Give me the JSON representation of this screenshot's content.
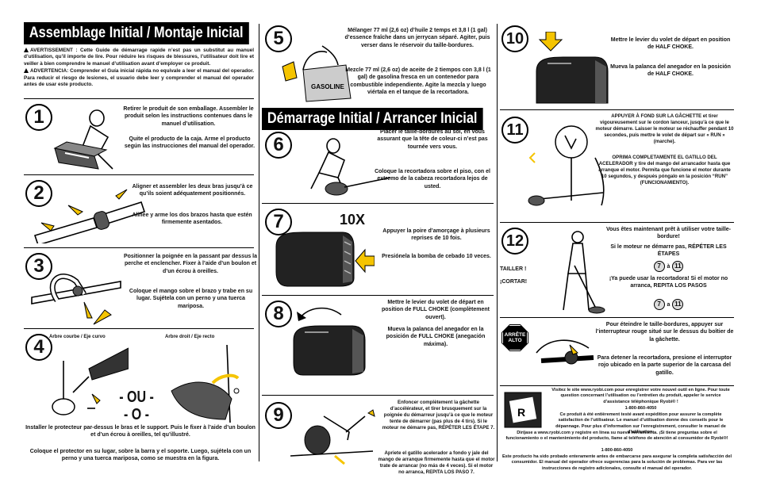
{
  "col1": {
    "header": "Assemblage Initial / Montaje Inicial",
    "warning_fr": "AVERTISSEMENT : Cette Guide de démarrage rapide n’est pas un substitut au manuel d’utilisation, qu’il importe de lire.  Pour réduire les risques de blessures, l’utilisateur doit lire et veiller à bien comprendre le manuel d’utilisation avant d’employer ce produit.",
    "warning_es": "ADVERTENCIA: Comprender el Guía inicial rápida no equivale a leer el manual del operador. Para reducir el riesgo de lesiones, el usuario debe leer y comprender el manual del operador antes de usar este producto.",
    "step1": {
      "n": "1",
      "fr": "Retirer le produit de son emballage. Assembler le produit selon les instructions contenues dans le manuel d’utilisation.",
      "es": "Quite el producto de la caja. Arme el producto según las instrucciones del manual del operador."
    },
    "step2": {
      "n": "2",
      "fr": "Aligner et assembler les deux bras jusqu’à ce qu’ils soient adéquatement positionnés.",
      "es": "Alinee y arme los dos brazos hasta que estén firmemente asentados."
    },
    "step3": {
      "n": "3",
      "fr": "Positionner la poignée en la passant par dessus la perche et enclencher. Fixer à l’aide d’un boulon et d’un écrou à oreilles.",
      "es": "Coloque el mango sobre el brazo y trabe en su lugar. Sujétela con un perno y una tuerca mariposa."
    },
    "step4": {
      "n": "4",
      "label_curved": "Arbre courbe / Eje curvo",
      "label_straight": "Arbre droit / Eje recto",
      "or1": "- OU -",
      "or2": "- O -",
      "fr": "Installer le protecteur par-dessus le bras et le support. Puis le fixer à l’aide d’un boulon et d’un écrou à oreilles, tel qu’illustré.",
      "es": "Coloque el protector en su lugar, sobre la barra y el soporte. Luego, sujétela con un perno y una tuerca mariposa, como se muestra en la figura."
    }
  },
  "col2": {
    "step5": {
      "n": "5",
      "can_label": "GASOLINE",
      "fr": "Mélanger 77 ml (2,6 oz) d’huile 2 temps et 3,8 l (1 gal) d’essence fraîche dans un jerrycan séparé. Agiter, puis verser dans le réservoir du taille-bordures.",
      "es": "Mezcle 77 ml (2,6 oz) de aceite de 2 tiempos con 3,8 l (1 gal) de gasolina fresca en un contenedor para combustible independiente. Agite la mezcla y luego viértala en el tanque de la recortadora."
    },
    "header": "Démarrage Initial / Arrancer Inicial",
    "step6": {
      "n": "6",
      "fr": "Placer le taille-bordures au sol, en vous assurant que la tête de coleur-ci n’est pas tournée vers vous.",
      "es": "Coloque la recortadora sobre el piso, con el extremo de la cabeza recortadora lejos de usted."
    },
    "step7": {
      "n": "7",
      "count": "10X",
      "fr": "Appuyer la poire d’amorçage à plusieurs reprises de 10 fois.",
      "es": "Presiónela la bomba de cebado 10 veces."
    },
    "step8": {
      "n": "8",
      "fr": "Mettre le levier du volet de départ en position de FULL CHOKE (complètement ouvert).",
      "es": "Mueva la palanca del anegador en la posición de FULL CHOKE (anegación máxima)."
    },
    "step9": {
      "n": "9",
      "fr": "Enfoncer complètement la gâchette d’accélérateur, et tirer brusquement sur la poignée du démarreur jusqu’à ce que le moteur tente de démarrer (pas plus de 4 tirs). Si le moteur ne démarre pas, RÉPÉTER LES ÉTAPE 7.",
      "es": "Apriete el gatillo acelerador a fondo y jale del mango de arranque firmemente hasta que el motor trate de arrancar (no más de 4 veces). Si el motor no arranca, REPITA LOS PASO 7."
    }
  },
  "col3": {
    "step10": {
      "n": "10",
      "fr": "Mettre le levier du volet de départ en position de HALF CHOKE.",
      "es": "Mueva la palanca del anegador en la posición de HALF CHOKE."
    },
    "step11": {
      "n": "11",
      "fr": "APPUYER À FOND SUR LA GÂCHETTE et tirer vigoureusement sur le cordon lanceur, jusqu’à ce que le moteur démarre. Laisser le moteur se réchauffer pendant 10 secondes, puis mettre le volet de départ sur « RUN » (marche).",
      "es": "OPRIMA COMPLETAMENTE EL GATILLO DEL ACELERADOR y tire del mango del arrancador hasta que arranque el motor. Permita que funcione el motor durante 10 segundos, y después póngalo en la posición “RUN” (FUNCIONAMIENTO)."
    },
    "step12": {
      "n": "12",
      "cut_fr": "TAILLER !",
      "cut_es": "¡CORTAR!",
      "fr1": "Vous êtes maintenant prêt à utiliser votre taille-bordure!",
      "fr2": "Si le moteur ne démarre pas, RÉPÉTER LES ÉTAPES",
      "es1": "¡Ya puede usar la recortadora! Si el motor no arranca, REPITA LOS PASOS",
      "ref_a": "7",
      "ref_b": "11",
      "joiner_fr": "à",
      "joiner_es": "a"
    },
    "stop": {
      "sign1": "ARRÊTE",
      "sign2": "ALTO",
      "fr": "Pour éteindre le taille-bordures, appuyer sur l’interrupteur rouge situé sur le dessus du boîtier de la gâchette.",
      "es": "Para detener la recortadora, presione el interruptor rojo ubicado en la parte superior de la carcasa del gatillo."
    },
    "register": {
      "line1": "Visitez le site www.ryobi.com pour enregistrer votre nouvel outil en ligne. Pour toute question concernant l’utilisation ou l’entretien du produit, appeler le service d’assistance téléphonique Ryobi® !",
      "phone1": "1-800-860-4050",
      "line2": "Ce produit à été entièrement testé avant expédition pour assurer la complète satisfaction de l’utilisateur. Le manuel d’utilisation donne des conseils pour le dépannage. Pour plus d’information sur l’enregistrement, consulter le manuel de d’utilisation.",
      "line3": "Diríjase a www.ryobi.com y registre en línea su nueva herramienta. ¡Si tiene preguntas sobre el funcionamiento o el mantenimiento del producto, llame al teléfono de atención al consumidor de Ryobi®!",
      "phone2": "1-800-860-4050",
      "line4": "Este producto ha sido probado enteramente antes de embarcarse para asegurar la completa satisfacción del consumidor. El manual del operador ofrece sugerencias para la solución de problemas. Para ver las instrucciones de registro adicionales, consulte el manual del operador."
    }
  }
}
